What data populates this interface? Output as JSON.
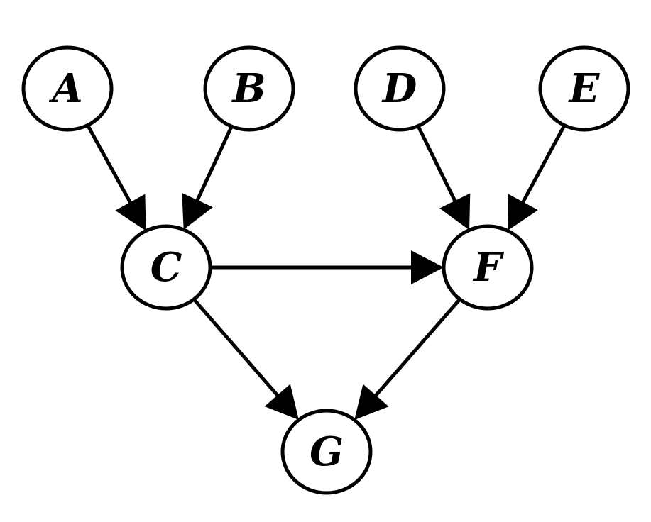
{
  "diagram": {
    "type": "directed-graph",
    "nodes": [
      {
        "id": "A",
        "label": "A"
      },
      {
        "id": "B",
        "label": "B"
      },
      {
        "id": "D",
        "label": "D"
      },
      {
        "id": "E",
        "label": "E"
      },
      {
        "id": "C",
        "label": "C"
      },
      {
        "id": "F",
        "label": "F"
      },
      {
        "id": "G",
        "label": "G"
      }
    ],
    "edges": [
      {
        "from": "A",
        "to": "C"
      },
      {
        "from": "B",
        "to": "C"
      },
      {
        "from": "D",
        "to": "F"
      },
      {
        "from": "E",
        "to": "F"
      },
      {
        "from": "C",
        "to": "F"
      },
      {
        "from": "C",
        "to": "G"
      },
      {
        "from": "F",
        "to": "G"
      }
    ],
    "colors": {
      "stroke": "#000000",
      "fill": "#ffffff",
      "text": "#000000"
    }
  }
}
